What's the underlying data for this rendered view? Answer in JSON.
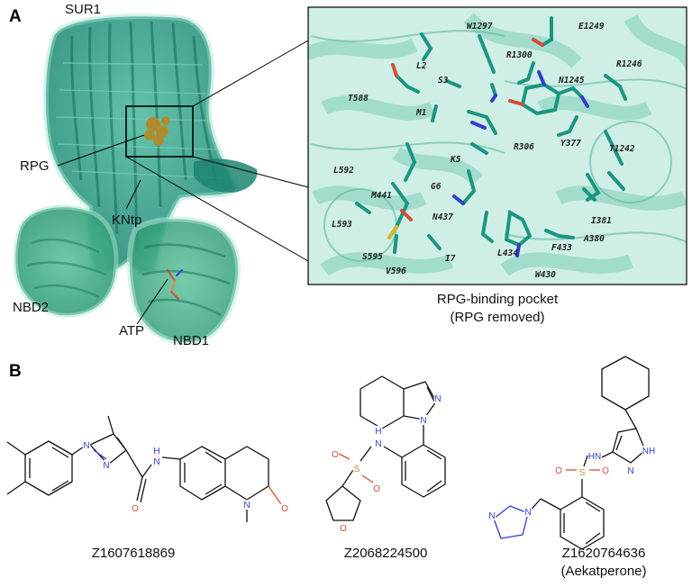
{
  "panels": {
    "a": {
      "label": "A",
      "protein_labels": {
        "sur1": "SUR1",
        "rpg": "RPG",
        "kntp": "KNtp",
        "nbd2": "NBD2",
        "atp": "ATP",
        "nbd1": "NBD1"
      },
      "pocket_caption_line1": "RPG-binding pocket",
      "pocket_caption_line2": "(RPG removed)",
      "residues": [
        "W1297",
        "E1249",
        "L2",
        "R1300",
        "R1246",
        "S3",
        "T588",
        "N1245",
        "M1",
        "R306",
        "Y377",
        "T1242",
        "K5",
        "L592",
        "G6",
        "M441",
        "I381",
        "N437",
        "I7",
        "A380",
        "L593",
        "F433",
        "L434",
        "S595",
        "V596",
        "W430"
      ],
      "colors": {
        "protein_teal": "#2a9d86",
        "protein_light": "#8fd6c1",
        "stick_carbon": "#1a9680",
        "oxygen": "#d24e3a",
        "nitrogen": "#2f3fcf",
        "sulfur": "#d6b52b",
        "ligand": "#b58a2a"
      }
    },
    "b": {
      "label": "B",
      "compounds": [
        {
          "id": "Z1607618869",
          "note": ""
        },
        {
          "id": "Z2068224500",
          "note": ""
        },
        {
          "id": "Z1620764636",
          "note": "(Aekatperone)"
        }
      ],
      "atoms": {
        "n": "N",
        "o": "O",
        "s": "S",
        "nh": "NH",
        "hn": "HN",
        "h": "H"
      }
    }
  }
}
